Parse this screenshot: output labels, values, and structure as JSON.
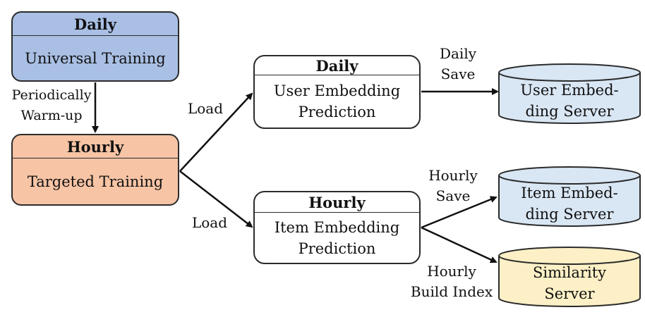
{
  "boxes": {
    "universal": {
      "header": "Daily",
      "body": "Universal Training",
      "color": "#a9bfe4"
    },
    "targeted": {
      "header": "Hourly",
      "body": "Targeted Training",
      "color": "#f7c4a5"
    },
    "user_pred": {
      "header": "Daily",
      "body": "User Embedding\nPrediction",
      "color": "#ffffff"
    },
    "item_pred": {
      "header": "Hourly",
      "body": "Item Embedding\nPrediction",
      "color": "#ffffff"
    }
  },
  "servers": {
    "user_server": {
      "label": "User Embed-\nding Server",
      "color": "#d9e6f4"
    },
    "item_server": {
      "label": "Item Embed-\nding Server",
      "color": "#d9e6f4"
    },
    "similarity_server": {
      "label": "Similarity\nServer",
      "color": "#fdf0c6"
    }
  },
  "edge_labels": {
    "warmup": "Periodically\nWarm-up",
    "load_user": "Load",
    "load_item": "Load",
    "daily_save": "Daily\nSave",
    "hourly_save": "Hourly\nSave",
    "hourly_build": "Hourly\nBuild Index"
  }
}
